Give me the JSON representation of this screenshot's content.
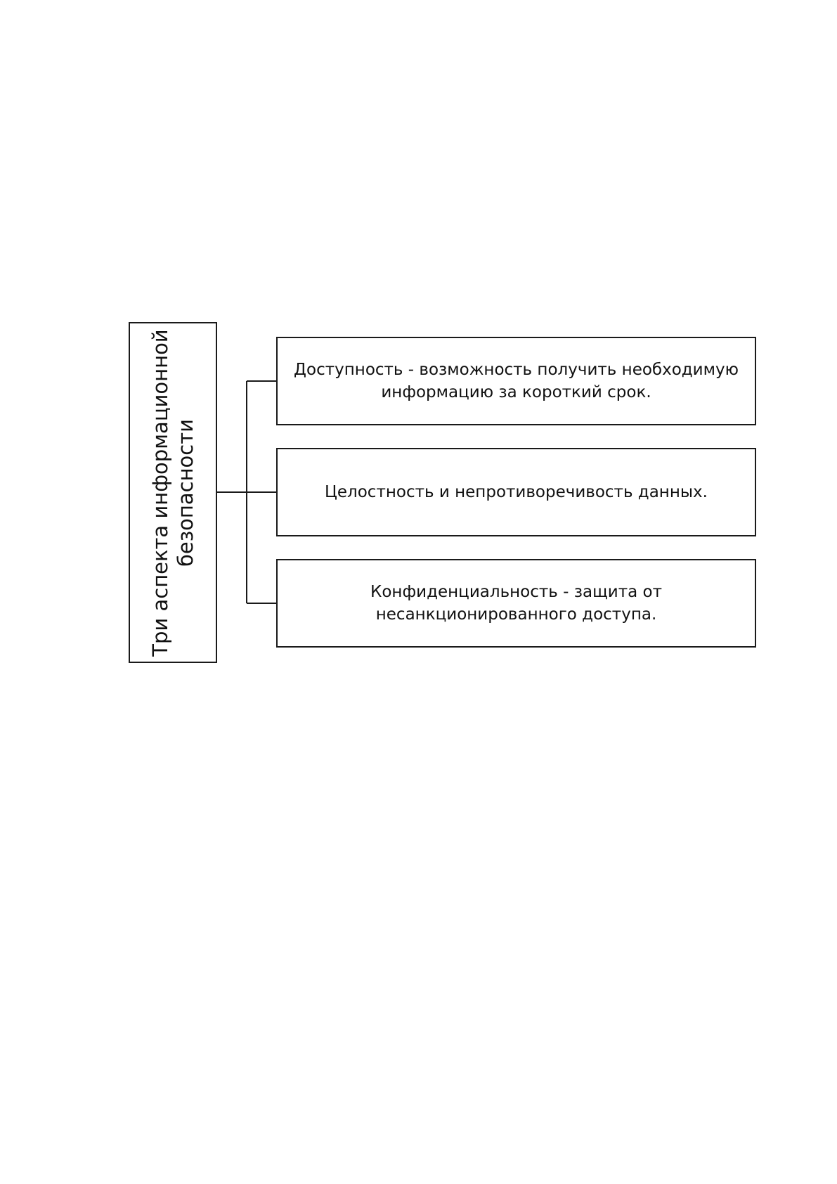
{
  "root": {
    "lines": [
      "Три аспекта информационной",
      "безопасности"
    ]
  },
  "aspects": [
    {
      "lines": [
        "Доступность - возможность получить необходимую",
        "информацию за короткий срок."
      ]
    },
    {
      "lines": [
        "Целостность и непротиворечивость данных."
      ]
    },
    {
      "lines": [
        "Конфиденциальность - защита от",
        "несанкционированного доступа."
      ]
    }
  ],
  "colors": {
    "line": "#1a1a1a",
    "text": "#111111",
    "background": "#ffffff"
  }
}
